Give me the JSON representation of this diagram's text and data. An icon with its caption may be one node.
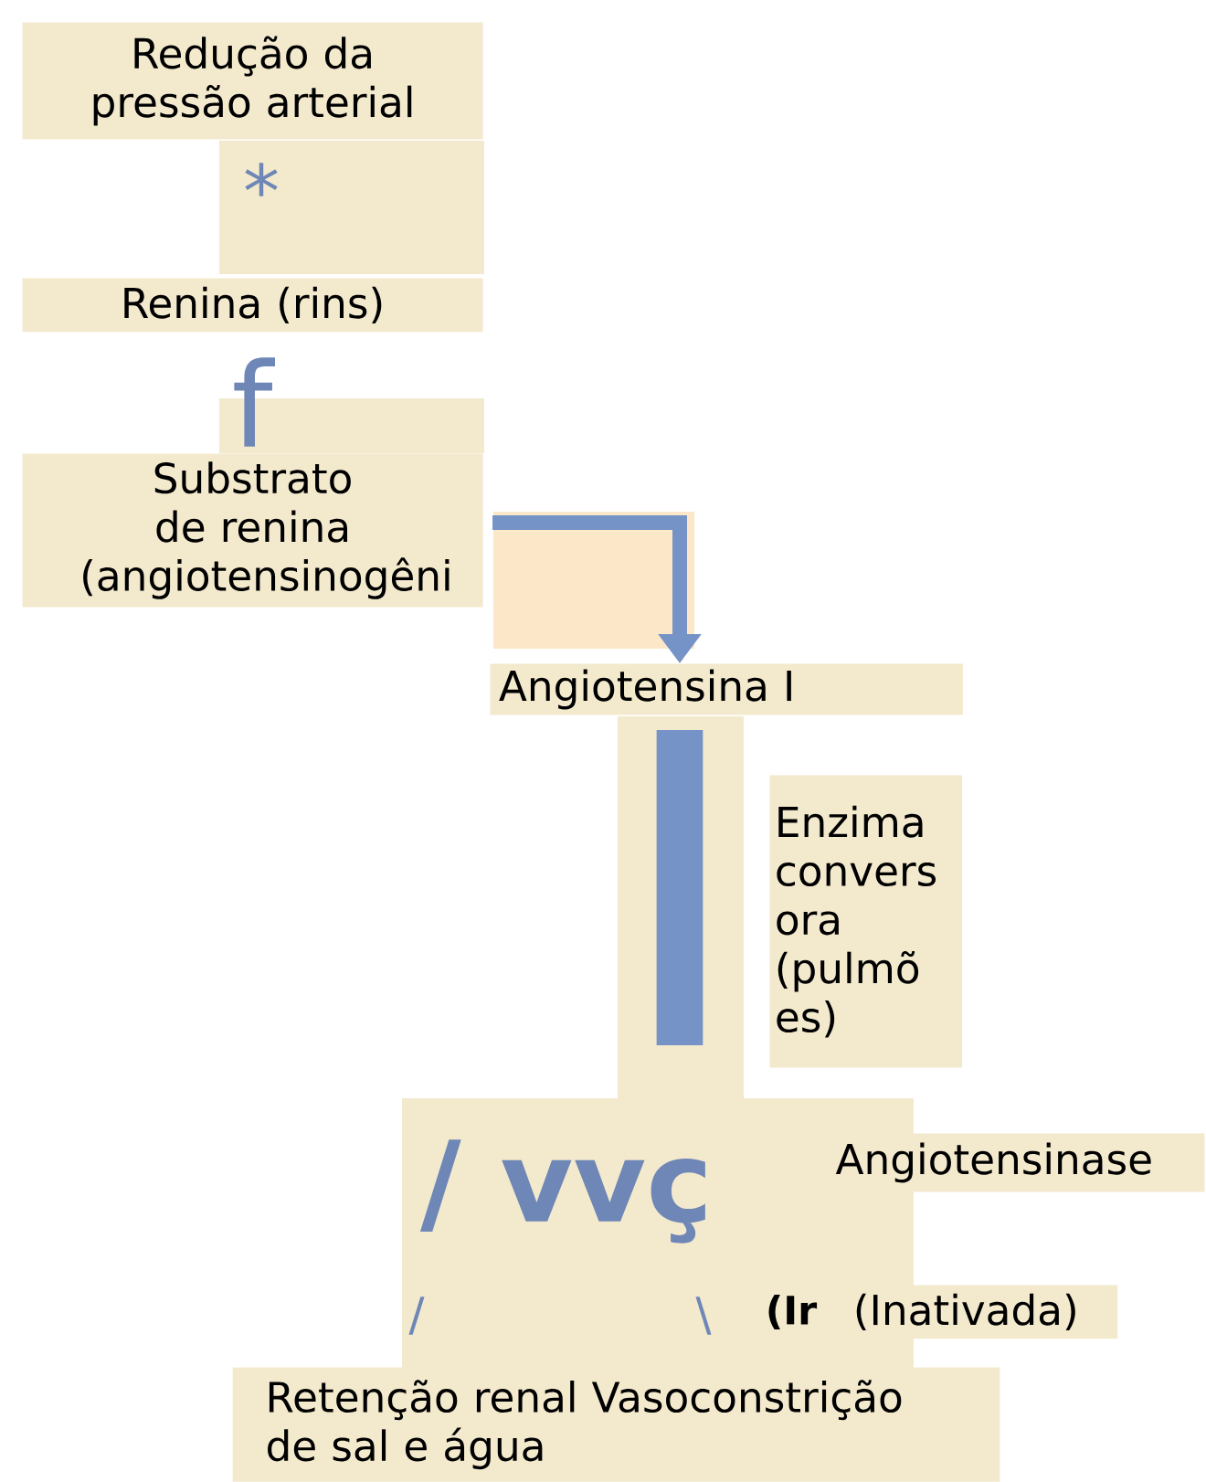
{
  "diagram": {
    "nodes": [
      {
        "text": [
          "Redução da pressão arterial"
        ]
      },
      {
        "text": [
          "Renina (rins)"
        ]
      },
      {
        "text": [
          "Substrato de renina (angiotensinogêni"
        ]
      },
      {
        "text": [
          "Angiotensina I"
        ]
      },
      {
        "text": [
          "Enzima convers ora (pulmõ es)"
        ]
      },
      {
        "text": [
          "Angiotensinase"
        ]
      },
      {
        "text": [
          "(Inativada)"
        ]
      },
      {
        "text": [
          "Retenção renal Vasoconstrição de sal e água"
        ]
      }
    ],
    "edges": [
      {
        "from": 2,
        "to": 3,
        "arrow": "to"
      },
      {
        "from": 3,
        "to": null,
        "arrow": "none",
        "style": "thick"
      }
    ],
    "labels": [
      "*",
      "f",
      "/ vvç",
      "/",
      "\\",
      "(Ir"
    ]
  }
}
